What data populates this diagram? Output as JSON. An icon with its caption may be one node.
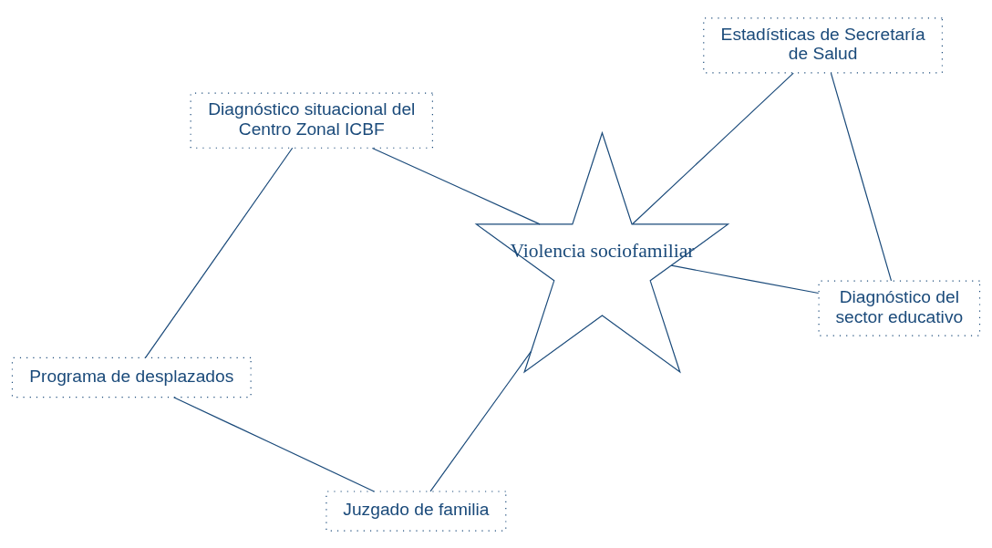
{
  "diagram": {
    "nodes": [
      {
        "text": [
          "Programa de desplazados"
        ]
      },
      {
        "text": [
          "Diagnóstico del sector educativo"
        ]
      },
      {
        "text": [
          "Violencia sociofamiliar"
        ]
      },
      {
        "text": [
          "Estadísticas de Secretaría de Salud"
        ]
      },
      {
        "text": [
          "Juzgado de familia"
        ]
      },
      {
        "text": [
          "Diagnóstico situacional del Centro Zonal ICBF"
        ]
      }
    ],
    "edges": [
      {
        "from": 1,
        "to": 2,
        "arrow": "none"
      },
      {
        "from": 1,
        "to": 3,
        "arrow": "none"
      },
      {
        "from": 4,
        "to": 0,
        "arrow": "none"
      },
      {
        "from": 4,
        "to": 2,
        "arrow": "none"
      },
      {
        "from": 2,
        "to": 3,
        "arrow": "none"
      },
      {
        "from": 2,
        "to": 5,
        "arrow": "none"
      },
      {
        "from": 0,
        "to": 5,
        "arrow": "none"
      }
    ]
  }
}
